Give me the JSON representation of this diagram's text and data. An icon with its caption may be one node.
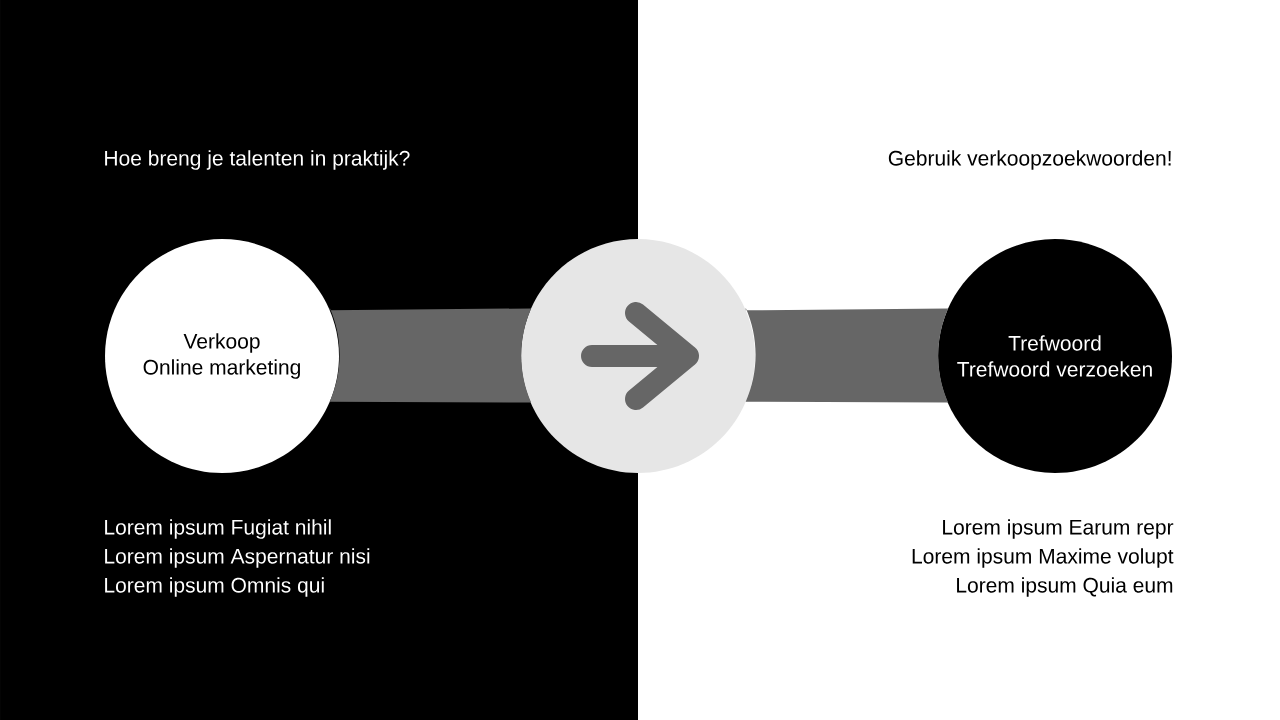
{
  "diagram": {
    "nodes": [
      {
        "text": [
          "Verkoop",
          "Online marketing"
        ]
      },
      {
        "text": [],
        "shape": "circle"
      },
      {
        "text": [
          "Trefwoord",
          "Trefwoord verzoeken"
        ]
      }
    ],
    "edges": [
      {
        "from": 0,
        "to": 1,
        "arrow": "none",
        "style": "thick"
      },
      {
        "from": 1,
        "to": 2,
        "arrow": "none",
        "style": "thick"
      }
    ],
    "labels": [
      "Hoe breng je talenten in praktijk?",
      "Gebruik verkoopzoekwoorden!",
      "Lorem ipsum Fugiat nihil",
      "Lorem ipsum Aspernatur nisi",
      "Lorem ipsum Omnis qui",
      "Lorem ipsum Earum repr",
      "Lorem ipsum Maxime volupt",
      "Lorem ipsum Quia eum"
    ]
  }
}
